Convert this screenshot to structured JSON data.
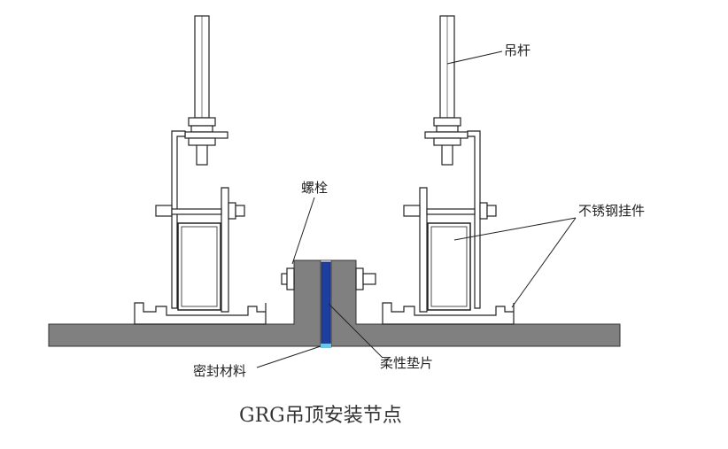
{
  "labels": {
    "hanger_rod": "吊杆",
    "bolt": "螺栓",
    "stainless_hanger": "不锈钢挂件",
    "sealing_material": "密封材料",
    "flexible_gasket": "柔性垫片"
  },
  "title": "GRG吊顶安装节点",
  "colors": {
    "slab": "#808080",
    "line": "#222222",
    "gasket": "#1f3f9e",
    "sealant": "#6fc4e8",
    "rod_fill": "#ffffff"
  }
}
